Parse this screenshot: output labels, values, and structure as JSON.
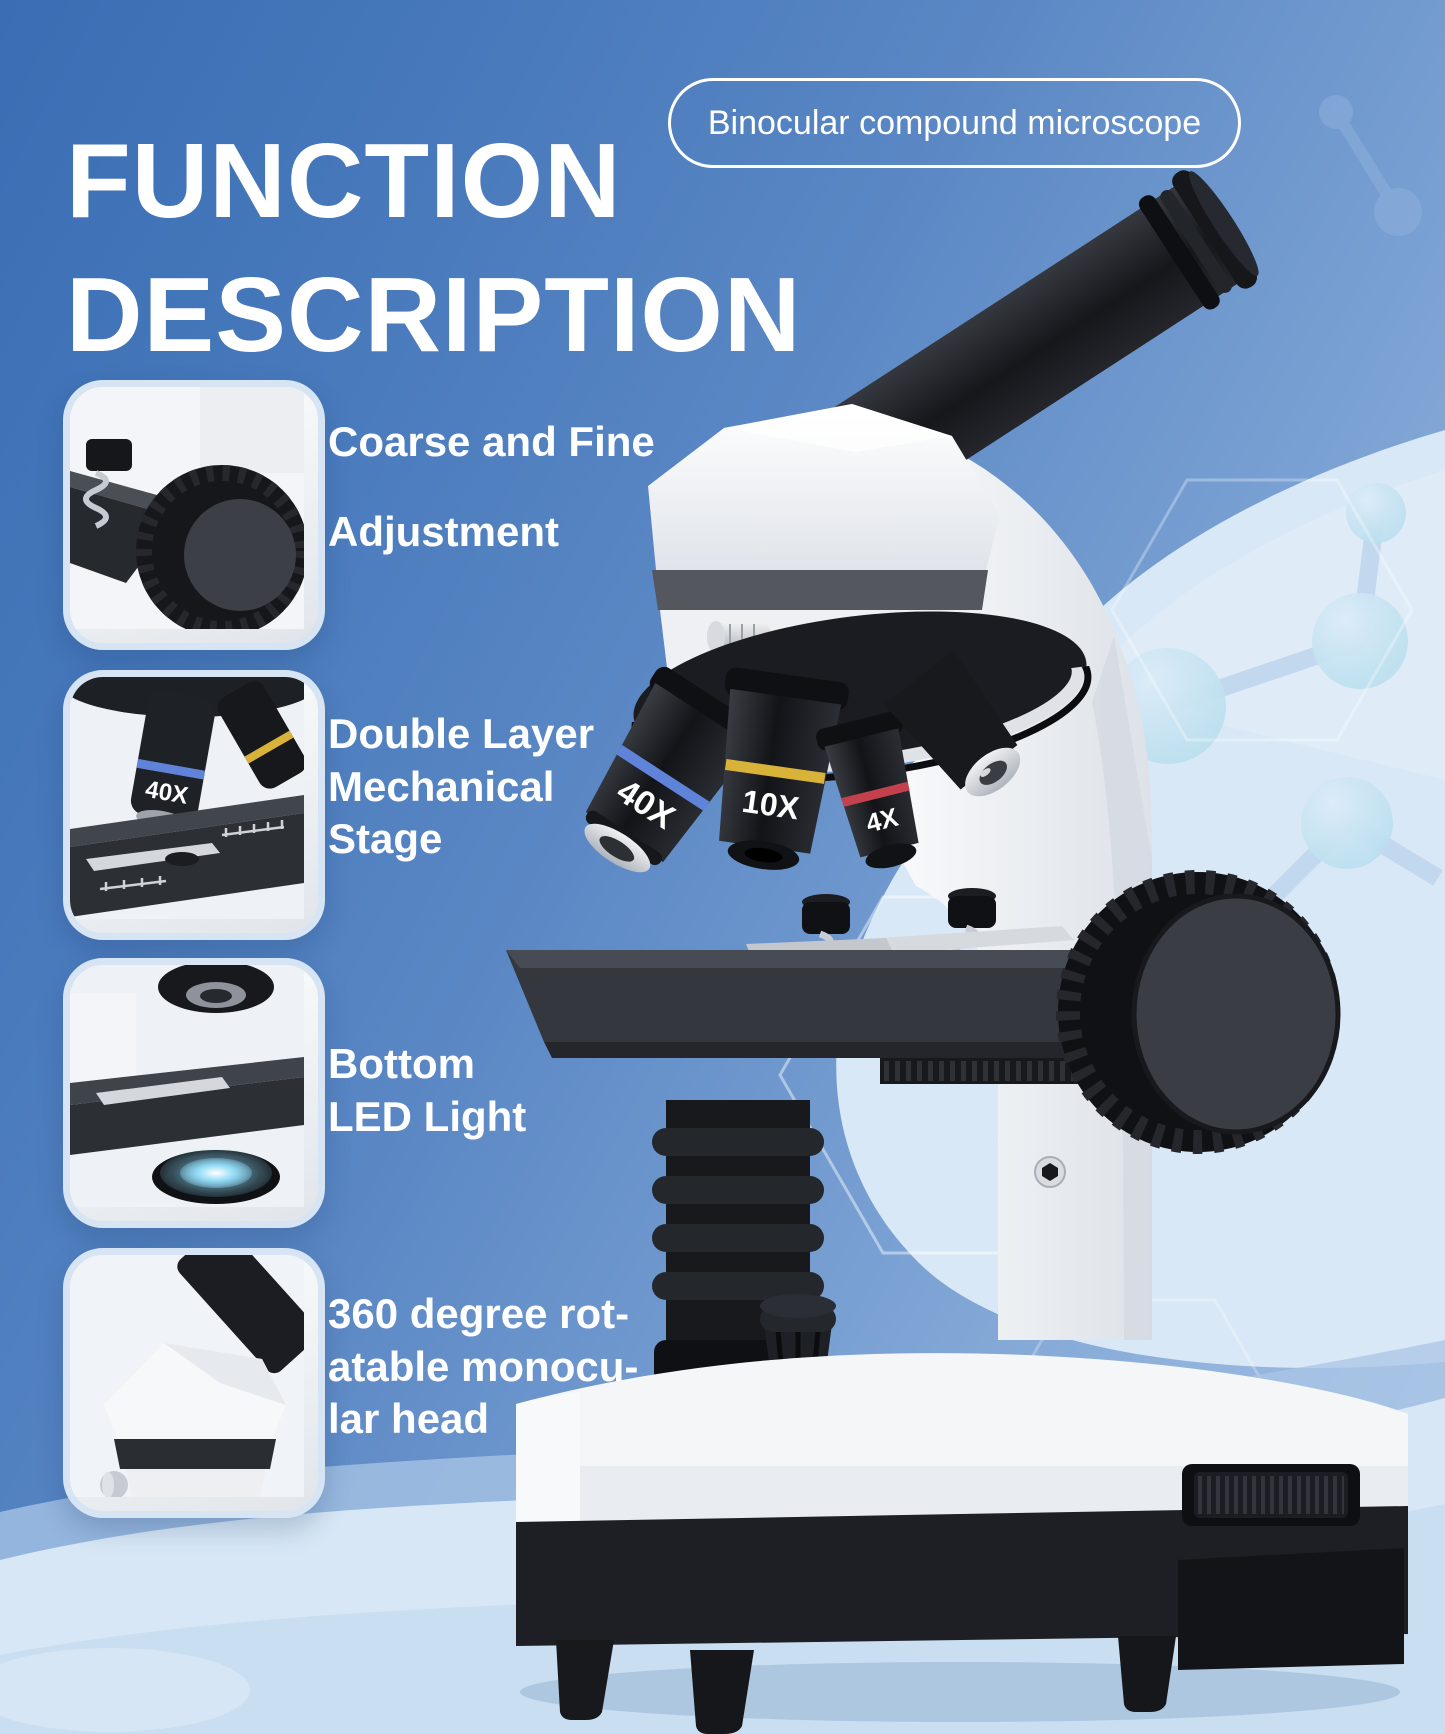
{
  "header": {
    "title_line1": "FUNCTION",
    "title_line2": "DESCRIPTION",
    "badge": "Binocular compound microscope"
  },
  "features": [
    {
      "name": "coarse-and-fine-adjustment",
      "lines": [
        "Coarse and Fine",
        "Adjustment"
      ]
    },
    {
      "name": "double-layer-mechanical-stage",
      "lines": [
        "Double Layer",
        "Mechanical",
        "Stage"
      ]
    },
    {
      "name": "bottom-led-light",
      "lines": [
        "Bottom",
        "LED Light"
      ]
    },
    {
      "name": "rotatable-monocular-head",
      "lines": [
        "360 degree rot-",
        "atable monocu-",
        "lar head"
      ]
    }
  ],
  "microscope": {
    "objectives": [
      {
        "label": "40X",
        "ring_color": "#5f83d8"
      },
      {
        "label": "10X",
        "ring_color": "#d9b23a"
      },
      {
        "label": "4X",
        "ring_color": "#c2414d"
      }
    ],
    "thumbnail_objective_label": "40X"
  },
  "colors": {
    "background_top_left": "#3a6db3",
    "background_light_panel": "#d9e8f6",
    "bottom_light_band": "#cfe2f2",
    "text_white": "#ffffff",
    "led_glow": "#8fd9f5"
  }
}
